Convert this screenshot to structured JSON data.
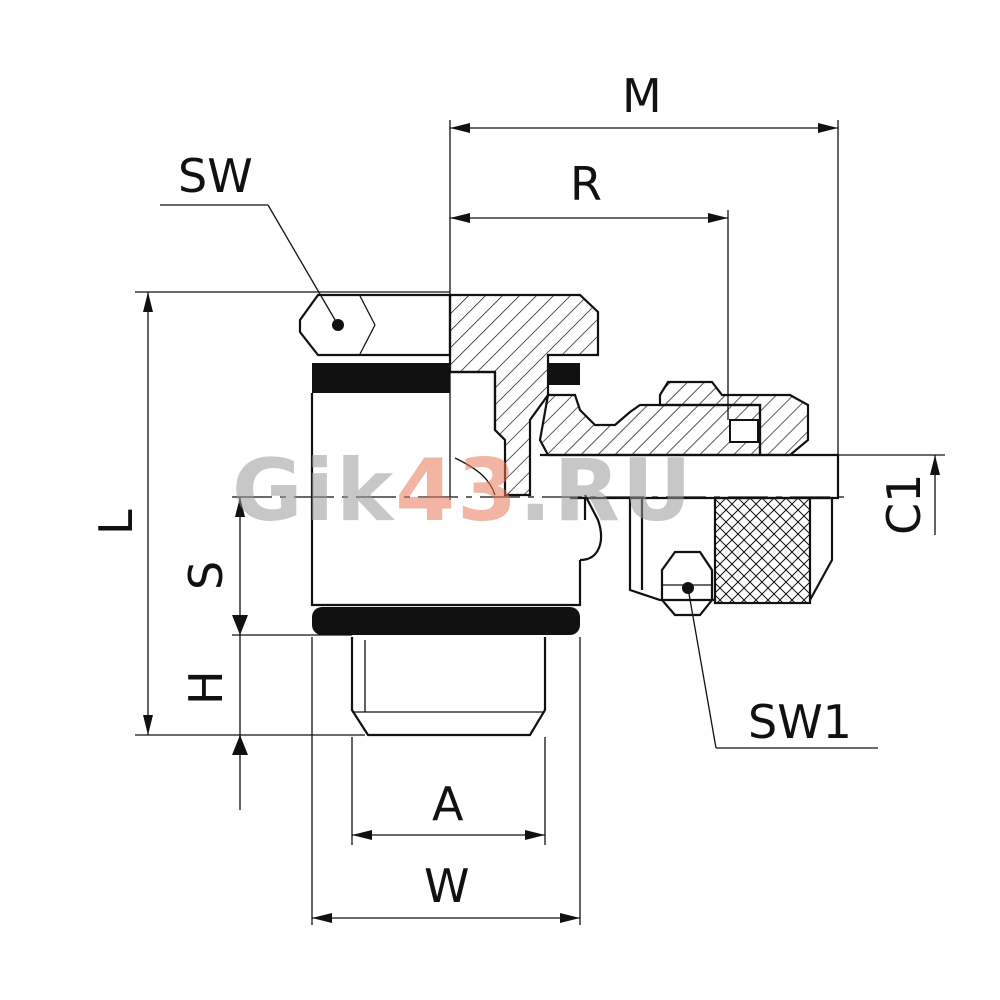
{
  "labels": {
    "M": "M",
    "R": "R",
    "SW": "SW",
    "L": "L",
    "S": "S",
    "H": "H",
    "A": "A",
    "W": "W",
    "SW1": "SW1",
    "C1": "C1"
  },
  "watermark": {
    "part1": "Gik",
    "part2": "43",
    "part3": ".RU",
    "color_gray": "#9a9a9a",
    "color_accent": "#e87a5a"
  }
}
